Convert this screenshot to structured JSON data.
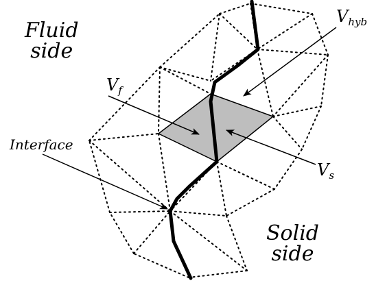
{
  "fluid_label": {
    "line1": "Fluid",
    "line2": "side"
  },
  "solid_label": {
    "line1": "Solid",
    "line2": "side"
  },
  "interface_label": "Interface",
  "vf_label": {
    "base": "V",
    "sub": "f"
  },
  "vs_label": {
    "base": "V",
    "sub": "s"
  },
  "vhyb_label": {
    "base": "V",
    "sub": "hyb"
  },
  "colors": {
    "hybrid_cell_fill": "#bebebe",
    "ink": "#000000"
  }
}
